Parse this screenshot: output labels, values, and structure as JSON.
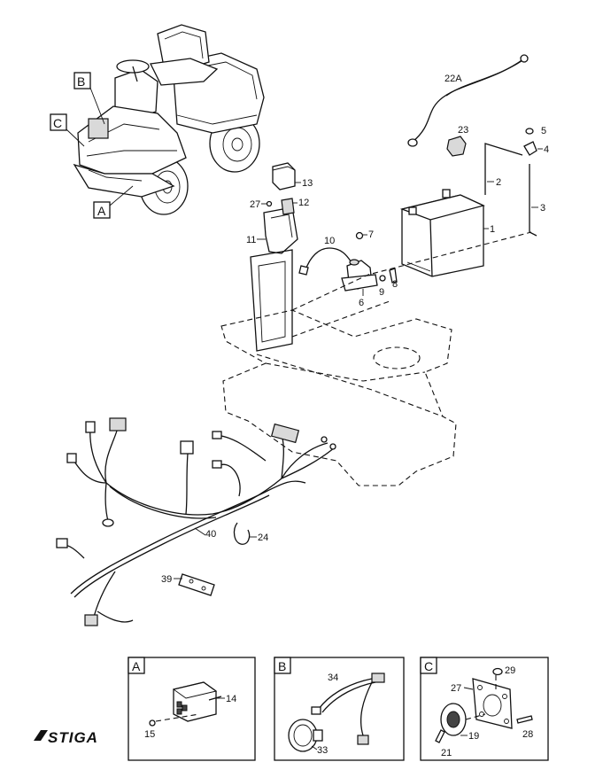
{
  "callouts": {
    "c1": "1",
    "c2": "2",
    "c3": "3",
    "c4": "4",
    "c5": "5",
    "c6": "6",
    "c7": "7",
    "c8": "8",
    "c9": "9",
    "c10": "10",
    "c11": "11",
    "c12": "12",
    "c13": "13",
    "c22a": "22A",
    "c23": "23",
    "c24": "24",
    "c27": "27",
    "c39": "39",
    "c40": "40"
  },
  "view_labels": {
    "a": "A",
    "b": "B",
    "c": "C"
  },
  "detail_a": {
    "title": "A",
    "c14": "14",
    "c15": "15"
  },
  "detail_b": {
    "title": "B",
    "c33": "33",
    "c34": "34"
  },
  "detail_c": {
    "title": "C",
    "c19": "19",
    "c21": "21",
    "c27": "27",
    "c28": "28",
    "c29": "29"
  },
  "logo": {
    "text": "STIGA"
  }
}
